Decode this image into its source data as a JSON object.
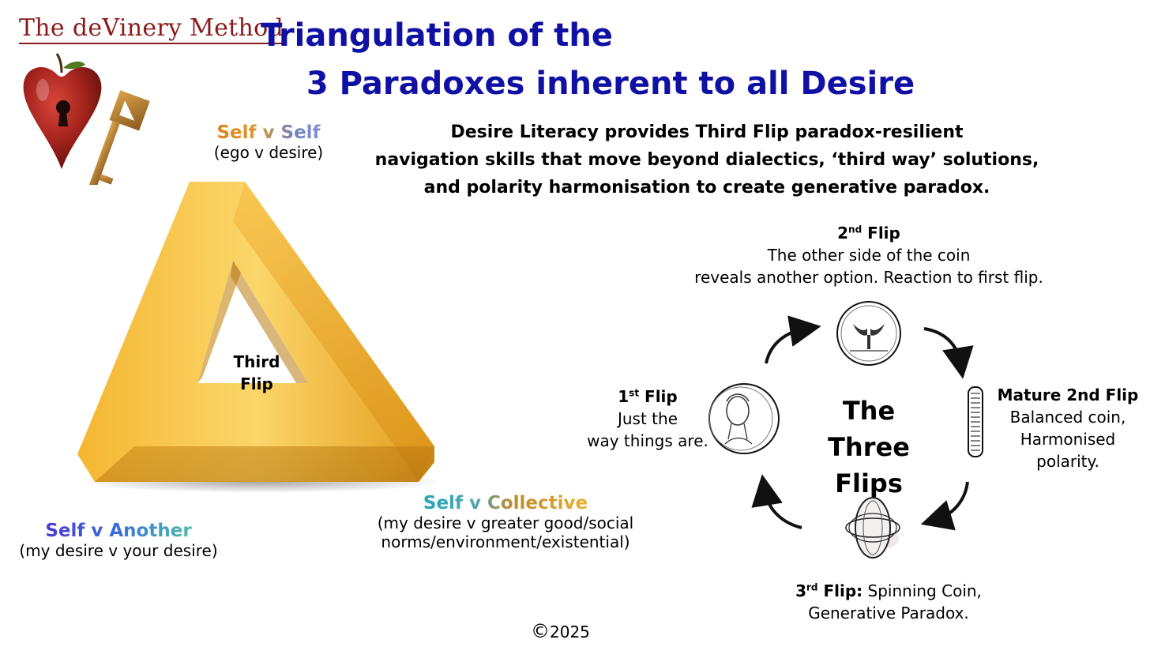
{
  "brand": {
    "name": "The deVinery Method"
  },
  "title": {
    "line1": "Triangulation of the",
    "line2": "3 Paradoxes inherent to all Desire"
  },
  "intro": {
    "line1": "Desire Literacy provides Third Flip paradox-resilient",
    "line2": "navigation skills that move beyond dialectics, ‘third way’ solutions,",
    "line3": "and polarity harmonisation to create generative paradox."
  },
  "triangle": {
    "center_line1": "Third",
    "center_line2": "Flip",
    "top": {
      "label": "Self v Self",
      "sub": "(ego v desire)"
    },
    "bottom_left": {
      "label": "Self v Another",
      "sub": "(my desire v your desire)"
    },
    "bottom_right": {
      "label": "Self v Collective",
      "sub1": "(my desire v greater good/social",
      "sub2": "norms/environment/existential)"
    }
  },
  "flips": {
    "center_line1": "The",
    "center_line2": "Three Flips",
    "first": {
      "num": "1",
      "sup": "st",
      "word": "Flip",
      "line1": "Just the",
      "line2": "way things are."
    },
    "second": {
      "num": "2",
      "sup": "nd",
      "word": "Flip",
      "line1": "The other side of the coin",
      "line2": "reveals another option. Reaction to first flip."
    },
    "mature": {
      "title": "Mature 2nd Flip",
      "line1": "Balanced coin,",
      "line2": "Harmonised",
      "line3": "polarity."
    },
    "third": {
      "num": "3",
      "sup": "rd",
      "word": "Flip:",
      "line1_rest": " Spinning Coin,",
      "line2": "Generative Paradox."
    }
  },
  "copyright": {
    "symbol": "©",
    "year": "2025"
  },
  "colors": {
    "title_blue": "#1010a4",
    "brand_red": "#8b1a1a",
    "gold": "#f2b42e"
  },
  "icons": [
    "apple-heart-icon",
    "key-icon",
    "coin-face-icon",
    "coin-tail-icon",
    "coin-edge-icon",
    "spinning-coin-icon",
    "curved-arrow-icon"
  ]
}
